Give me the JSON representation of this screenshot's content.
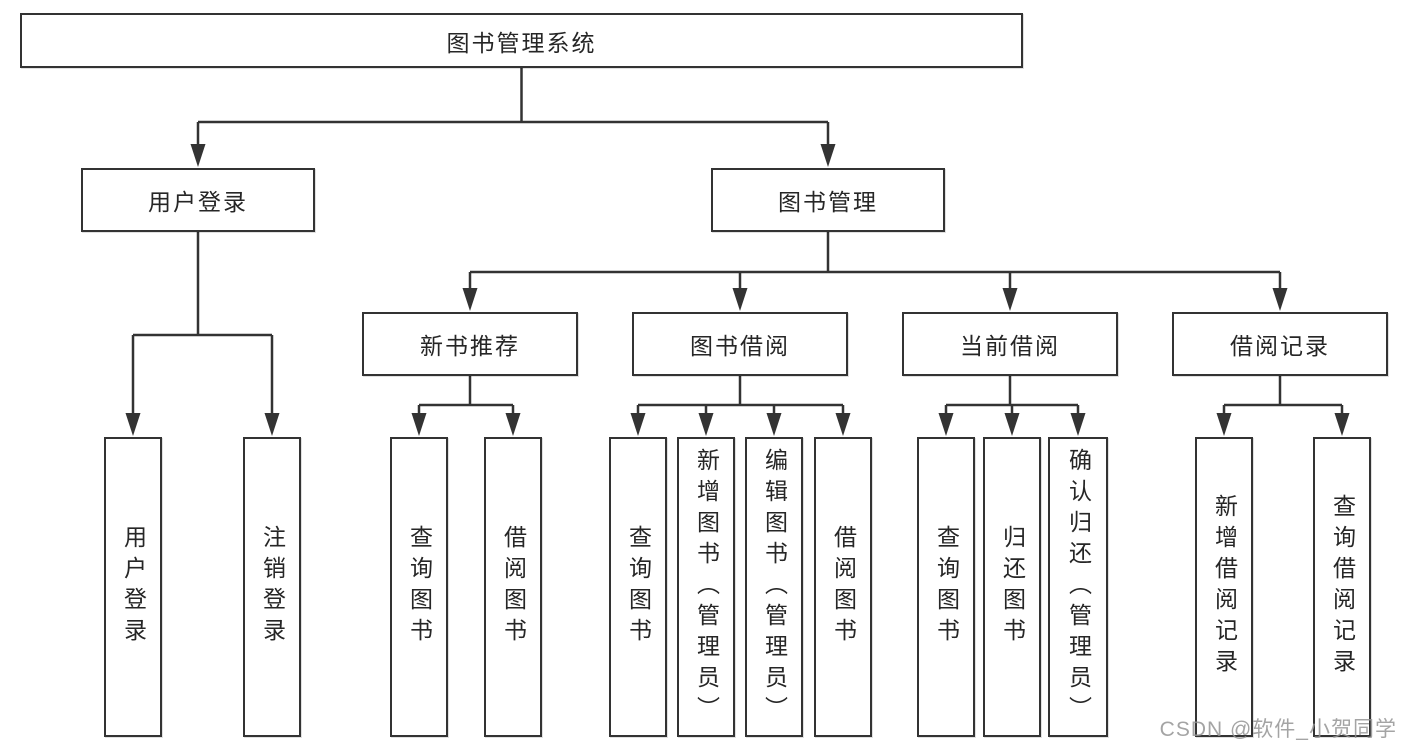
{
  "diagram": {
    "title": "图书管理系统",
    "nodes": {
      "root": "图书管理系统",
      "branches": [
        "用户登录",
        "图书管理"
      ],
      "modules": [
        "新书推荐",
        "图书借阅",
        "当前借阅",
        "借阅记录"
      ],
      "login_children": [
        "用户登录",
        "注销登录"
      ],
      "newbook_children": [
        "查询图书",
        "借阅图书"
      ],
      "borrow_children": [
        "查询图书",
        "新增图书（管理员）",
        "编辑图书（管理员）",
        "借阅图书"
      ],
      "current_children": [
        "查询图书",
        "归还图书",
        "确认归还（管理员）"
      ],
      "records_children": [
        "新增借阅记录",
        "查询借阅记录"
      ]
    },
    "colors": {
      "line": "#333333",
      "text": "#262626",
      "background": "#ffffff",
      "watermark": "#949494"
    }
  },
  "watermark": {
    "text": "CSDN @软件_小贺同学"
  }
}
